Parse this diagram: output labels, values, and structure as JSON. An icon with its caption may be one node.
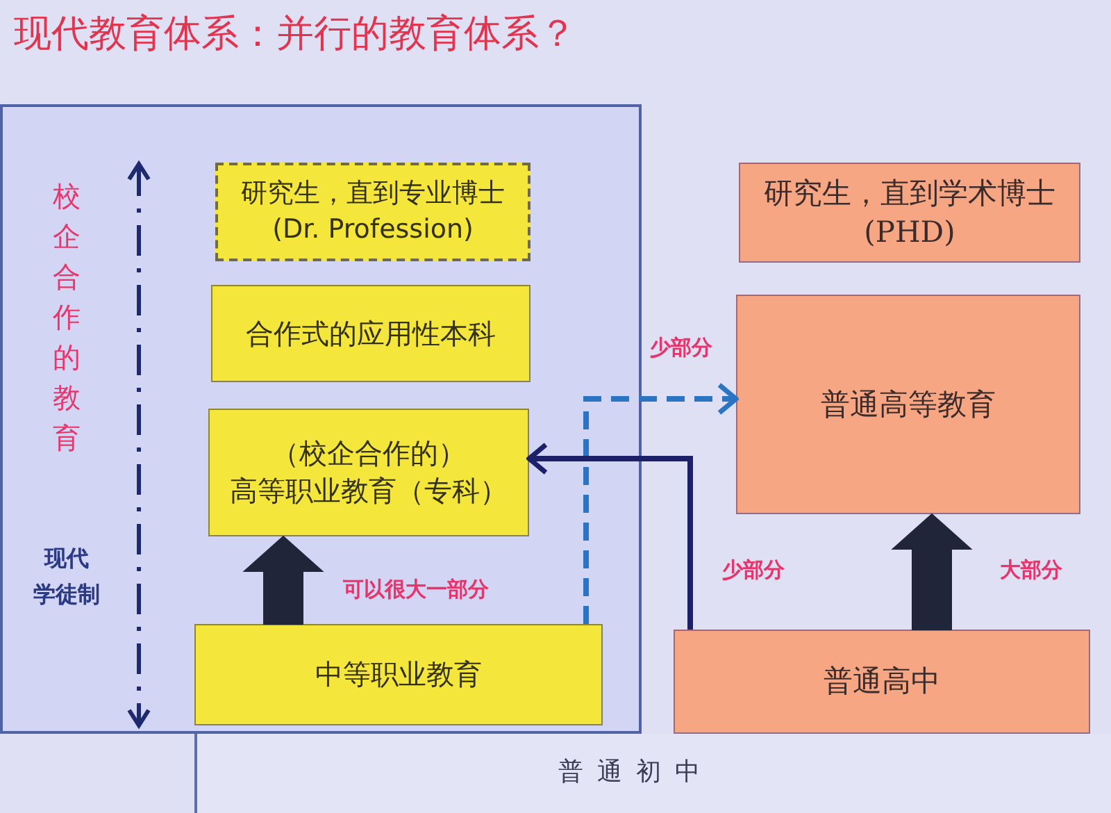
{
  "diagram": {
    "title": "现代教育体系：并行的教育体系？",
    "nodes": [
      {
        "text": [
          "校企合作的教育",
          "现代学徒制"
        ]
      },
      {
        "text": [
          "研究生，直到专业博士 (Dr. Profession)"
        ],
        "in": 0
      },
      {
        "text": [
          "合作式的应用性本科"
        ],
        "in": 0
      },
      {
        "text": [
          "（校企合作的）高等职业教育（专科）"
        ],
        "in": 0
      },
      {
        "text": [
          "中等职业教育"
        ],
        "in": 0
      },
      {
        "text": [
          "研究生，直到学术博士 (PHD)"
        ]
      },
      {
        "text": [
          "普通高等教育"
        ]
      },
      {
        "text": [
          "普通高中"
        ]
      },
      {
        "text": [
          "普通初中"
        ]
      }
    ],
    "edges": [
      {
        "from": 4,
        "to": 3,
        "arrow": "to",
        "label": "可以很大一部分",
        "style": "thick"
      },
      {
        "from": 4,
        "to": 6,
        "arrow": "to",
        "label": "少部分",
        "style": "dashed",
        "color": "#2b74c4"
      },
      {
        "from": 7,
        "to": 3,
        "arrow": "to",
        "label": "少部分",
        "color": "#1c2068"
      },
      {
        "from": 7,
        "to": 6,
        "arrow": "to",
        "label": "大部分",
        "style": "thick"
      }
    ]
  }
}
